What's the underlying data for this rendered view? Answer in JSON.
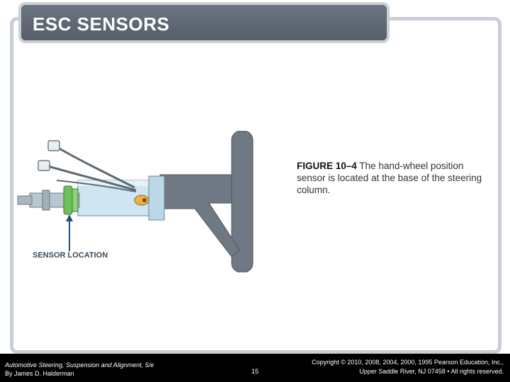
{
  "slide": {
    "title": "ESC SENSORS"
  },
  "figure": {
    "sensor_label": "SENSOR LOCATION",
    "caption_label": "FIGURE 10–4",
    "caption_text": " The hand-wheel position sensor is located at the base of the steering column."
  },
  "footer": {
    "book_title": "Automotive Steering, Suspension and Alignment, 5/e",
    "author": "By James D. Halderman",
    "page_number": "15",
    "copyright_line1": "Copyright © 2010, 2008, 2004, 2000, 1995 Pearson Education, Inc.,",
    "copyright_line2": "Upper Saddle River, NJ 07458 • All rights reserved."
  }
}
